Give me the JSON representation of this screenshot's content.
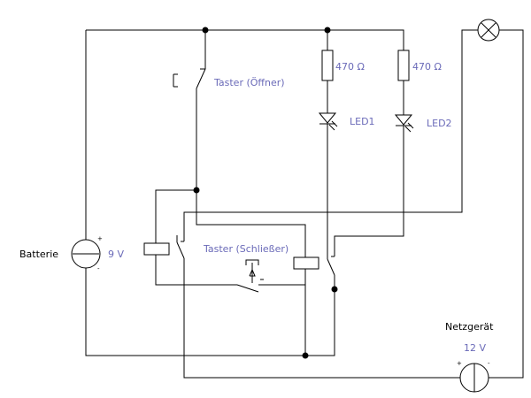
{
  "labels": {
    "battery": "Batterie",
    "battery_voltage": "9 V",
    "battery_plus": "+",
    "battery_minus": "-",
    "switch_nc": "Taster (Öffner)",
    "switch_no": "Taster (Schließer)",
    "resistor1": "470 Ω",
    "resistor2": "470 Ω",
    "led1": "LED1",
    "led2": "LED2",
    "power_supply": "Netzgerät",
    "power_supply_voltage": "12 V",
    "ps_plus": "+",
    "ps_minus": "-"
  },
  "colors": {
    "wire": "#000000",
    "label_blue": "#6a6ab8",
    "label_black": "#000000"
  }
}
